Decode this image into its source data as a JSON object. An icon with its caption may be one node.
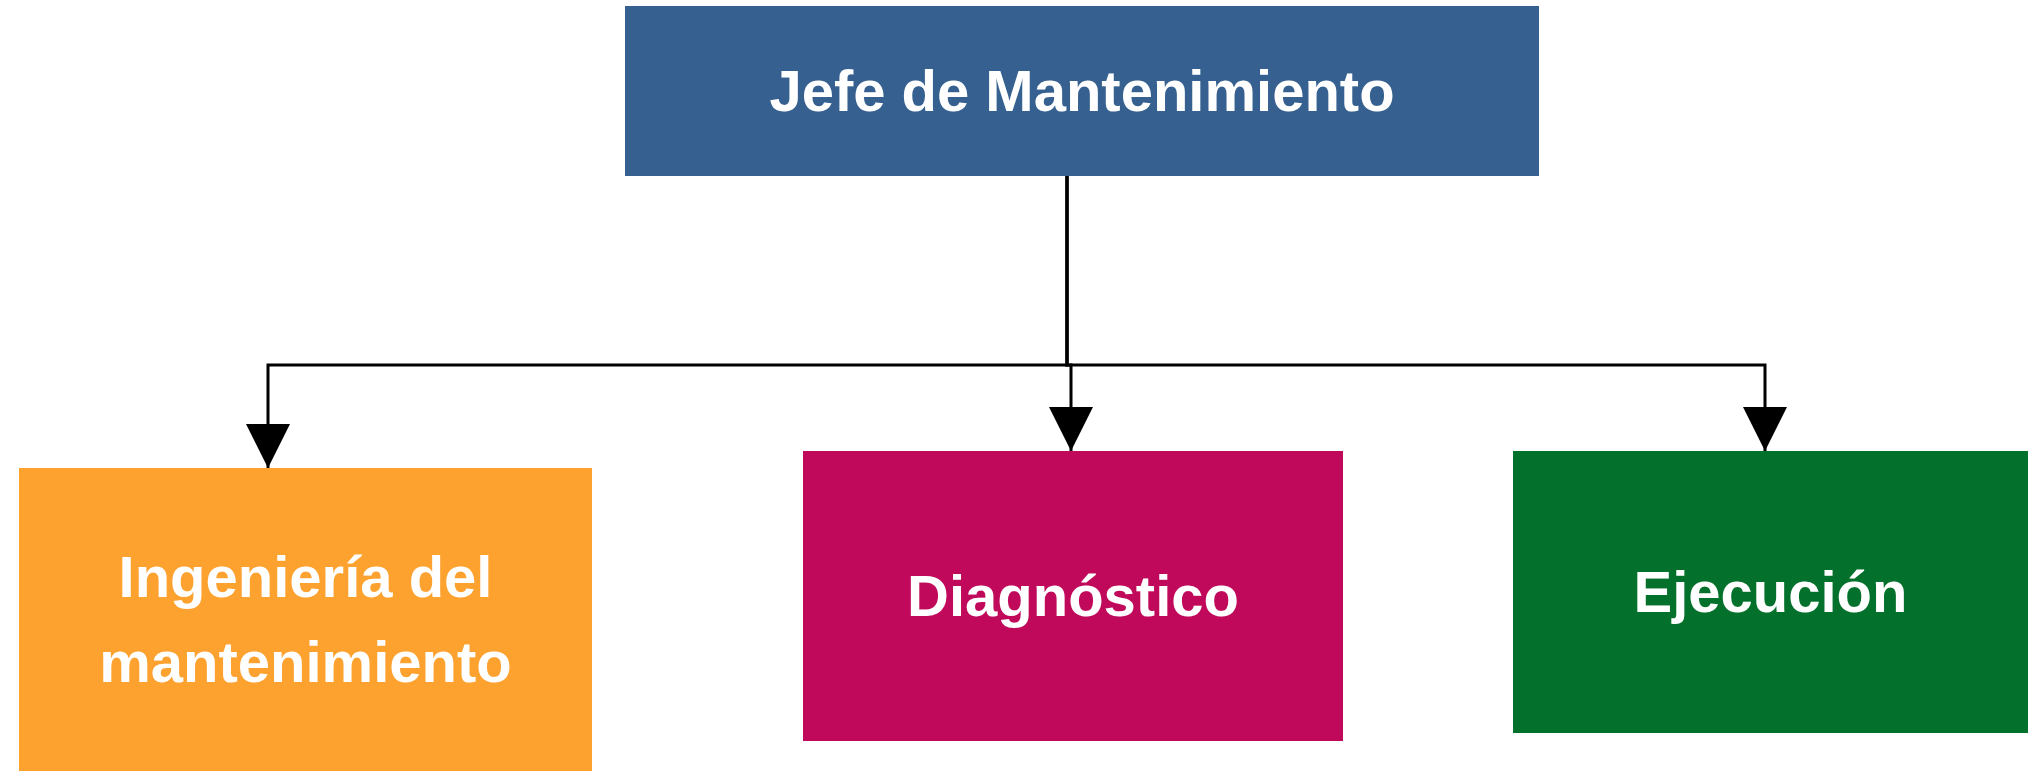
{
  "diagram": {
    "nodes": [
      {
        "text": [
          "Jefe de Mantenimiento"
        ]
      },
      {
        "text": [
          "Ingeniería del mantenimiento"
        ]
      },
      {
        "text": [
          "Diagnóstico"
        ]
      },
      {
        "text": [
          "Ejecución"
        ]
      }
    ],
    "edges": [
      {
        "from": 0,
        "to": 1,
        "arrow": "to"
      },
      {
        "from": 0,
        "to": 2,
        "arrow": "to"
      },
      {
        "from": 0,
        "to": 3,
        "arrow": "to"
      }
    ]
  }
}
